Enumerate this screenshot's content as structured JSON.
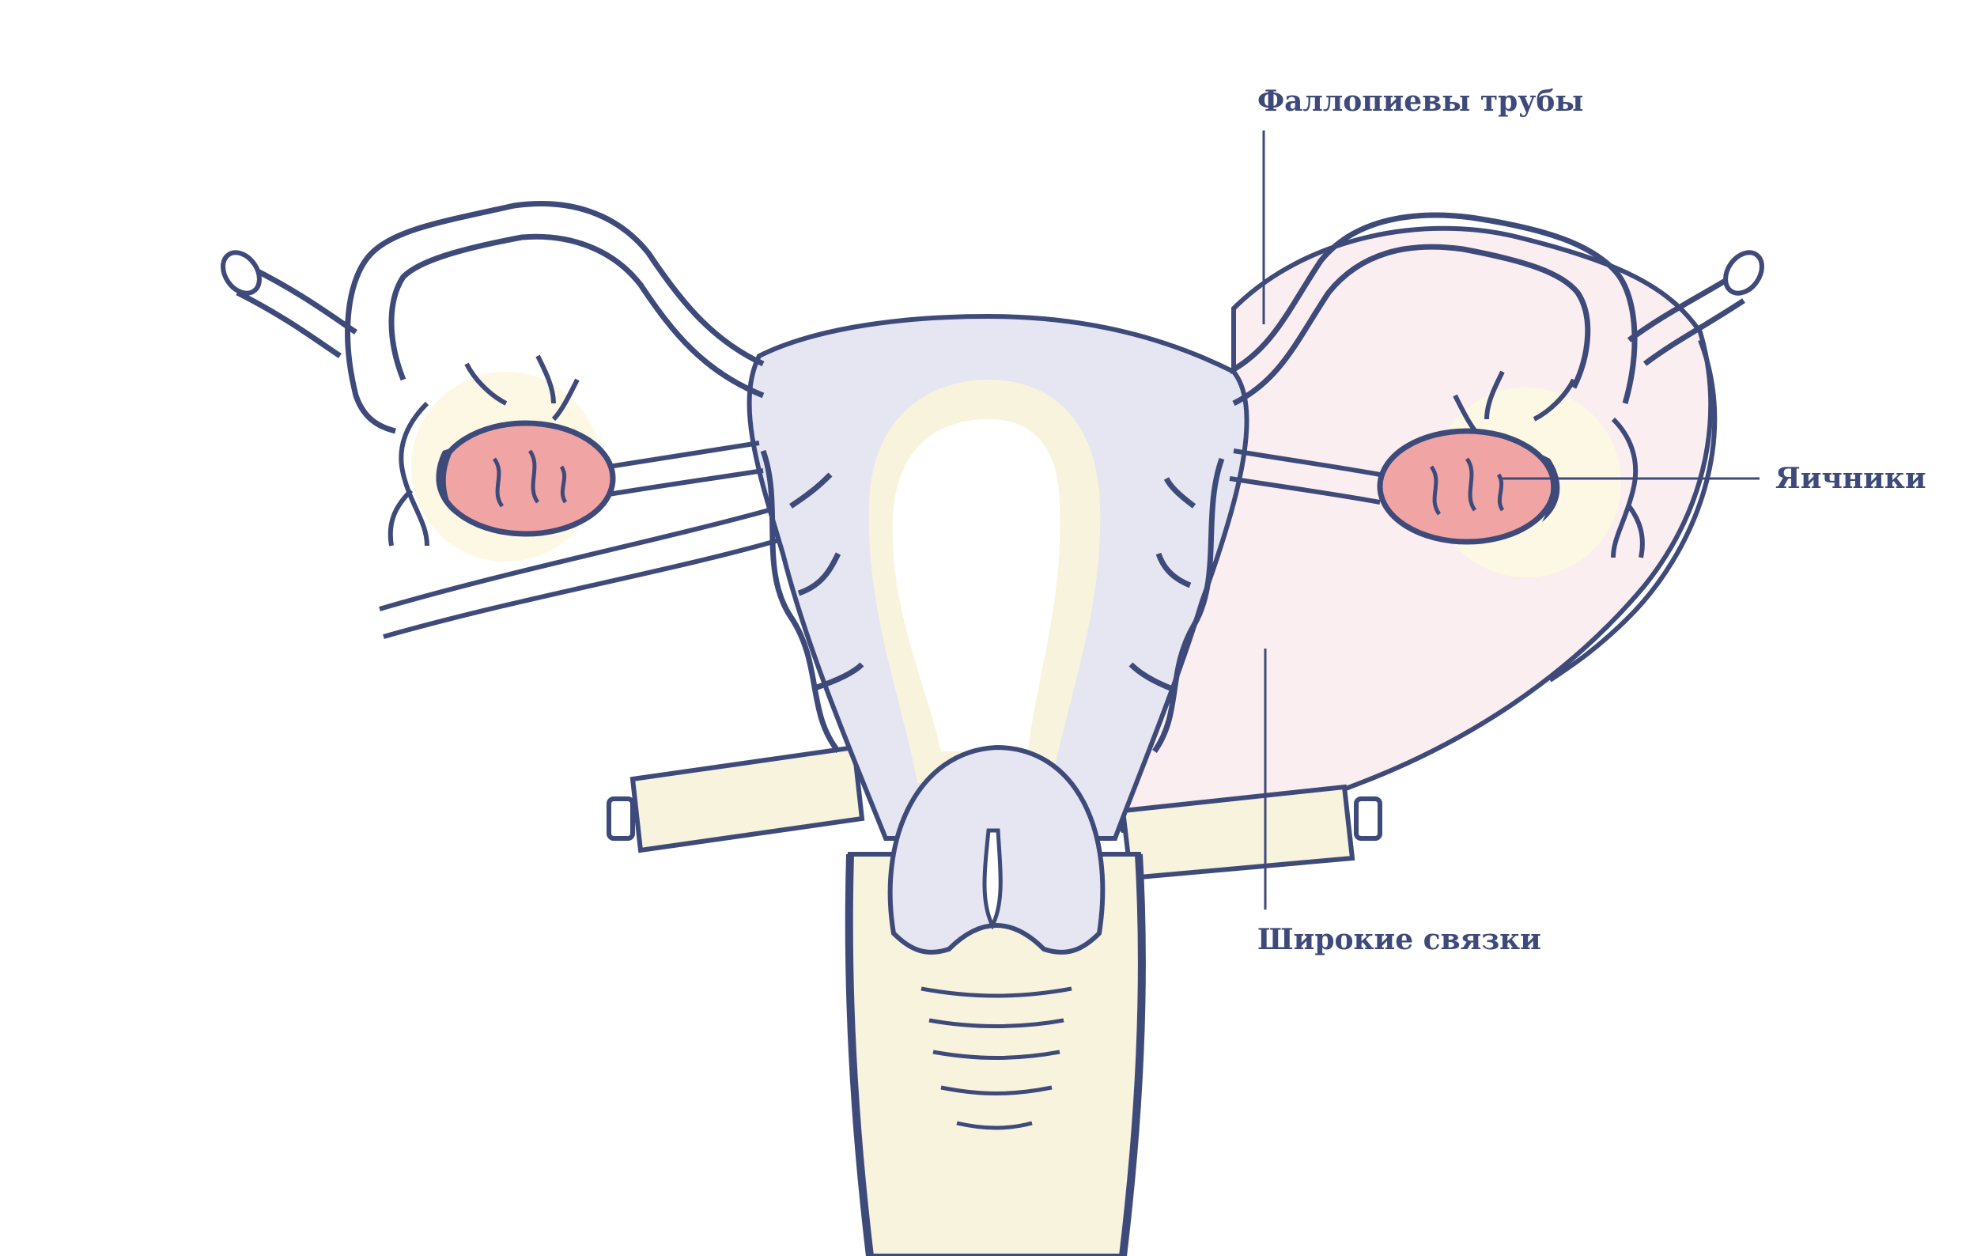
{
  "labels": {
    "fallopian_tubes": "Фаллопиевы трубы",
    "ovaries": "Яичники",
    "broad_ligaments": "Широкие связки"
  },
  "colors": {
    "outline": "#3e4a7a",
    "uterus_fill": "#e6e6f2",
    "cream": "#f7f3dc",
    "ovary": "#f0a4a4",
    "ligament": "#fbeef0",
    "label": "#3e4a7a"
  }
}
